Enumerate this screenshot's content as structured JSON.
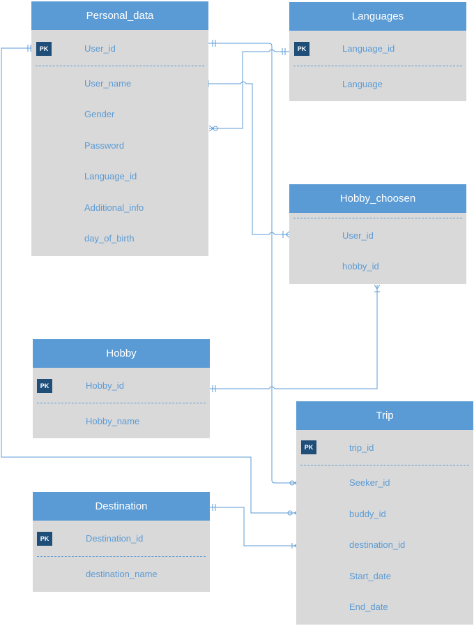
{
  "colors": {
    "header": "#5b9bd5",
    "body": "#d9d9d9",
    "pk_badge": "#1f4e79",
    "field_text": "#5b9bd5",
    "line": "#5b9bd5"
  },
  "pk_label": "PK",
  "entities": {
    "personal_data": {
      "title": "Personal_data",
      "pk": "User_id",
      "fields": [
        "User_name",
        "Gender",
        "Password",
        "Language_id",
        "Additional_info",
        "day_of_birth"
      ]
    },
    "languages": {
      "title": "Languages",
      "pk": "Language_id",
      "fields": [
        "Language"
      ]
    },
    "hobby_choosen": {
      "title": "Hobby_choosen",
      "fields": [
        "User_id",
        "hobby_id"
      ]
    },
    "hobby": {
      "title": "Hobby",
      "pk": "Hobby_id",
      "fields": [
        "Hobby_name"
      ]
    },
    "trip": {
      "title": "Trip",
      "pk": "trip_id",
      "fields": [
        "Seeker_id",
        "buddy_id",
        "destination_id",
        "Start_date",
        "End_date"
      ]
    },
    "destination": {
      "title": "Destination",
      "pk": "Destination_id",
      "fields": [
        "destination_name"
      ]
    }
  }
}
